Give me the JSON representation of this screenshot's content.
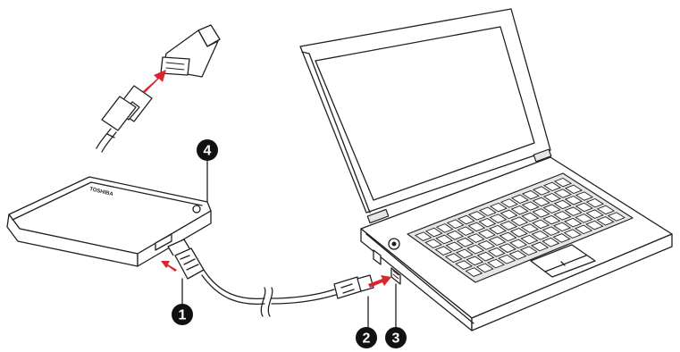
{
  "callouts": [
    {
      "id": "1",
      "label": "1"
    },
    {
      "id": "2",
      "label": "2"
    },
    {
      "id": "3",
      "label": "3"
    },
    {
      "id": "4",
      "label": "4"
    }
  ],
  "drive": {
    "brand": "TOSHIBA"
  },
  "colors": {
    "arrow": "#d7262d",
    "ink": "#231f20",
    "callout": "#111111"
  }
}
